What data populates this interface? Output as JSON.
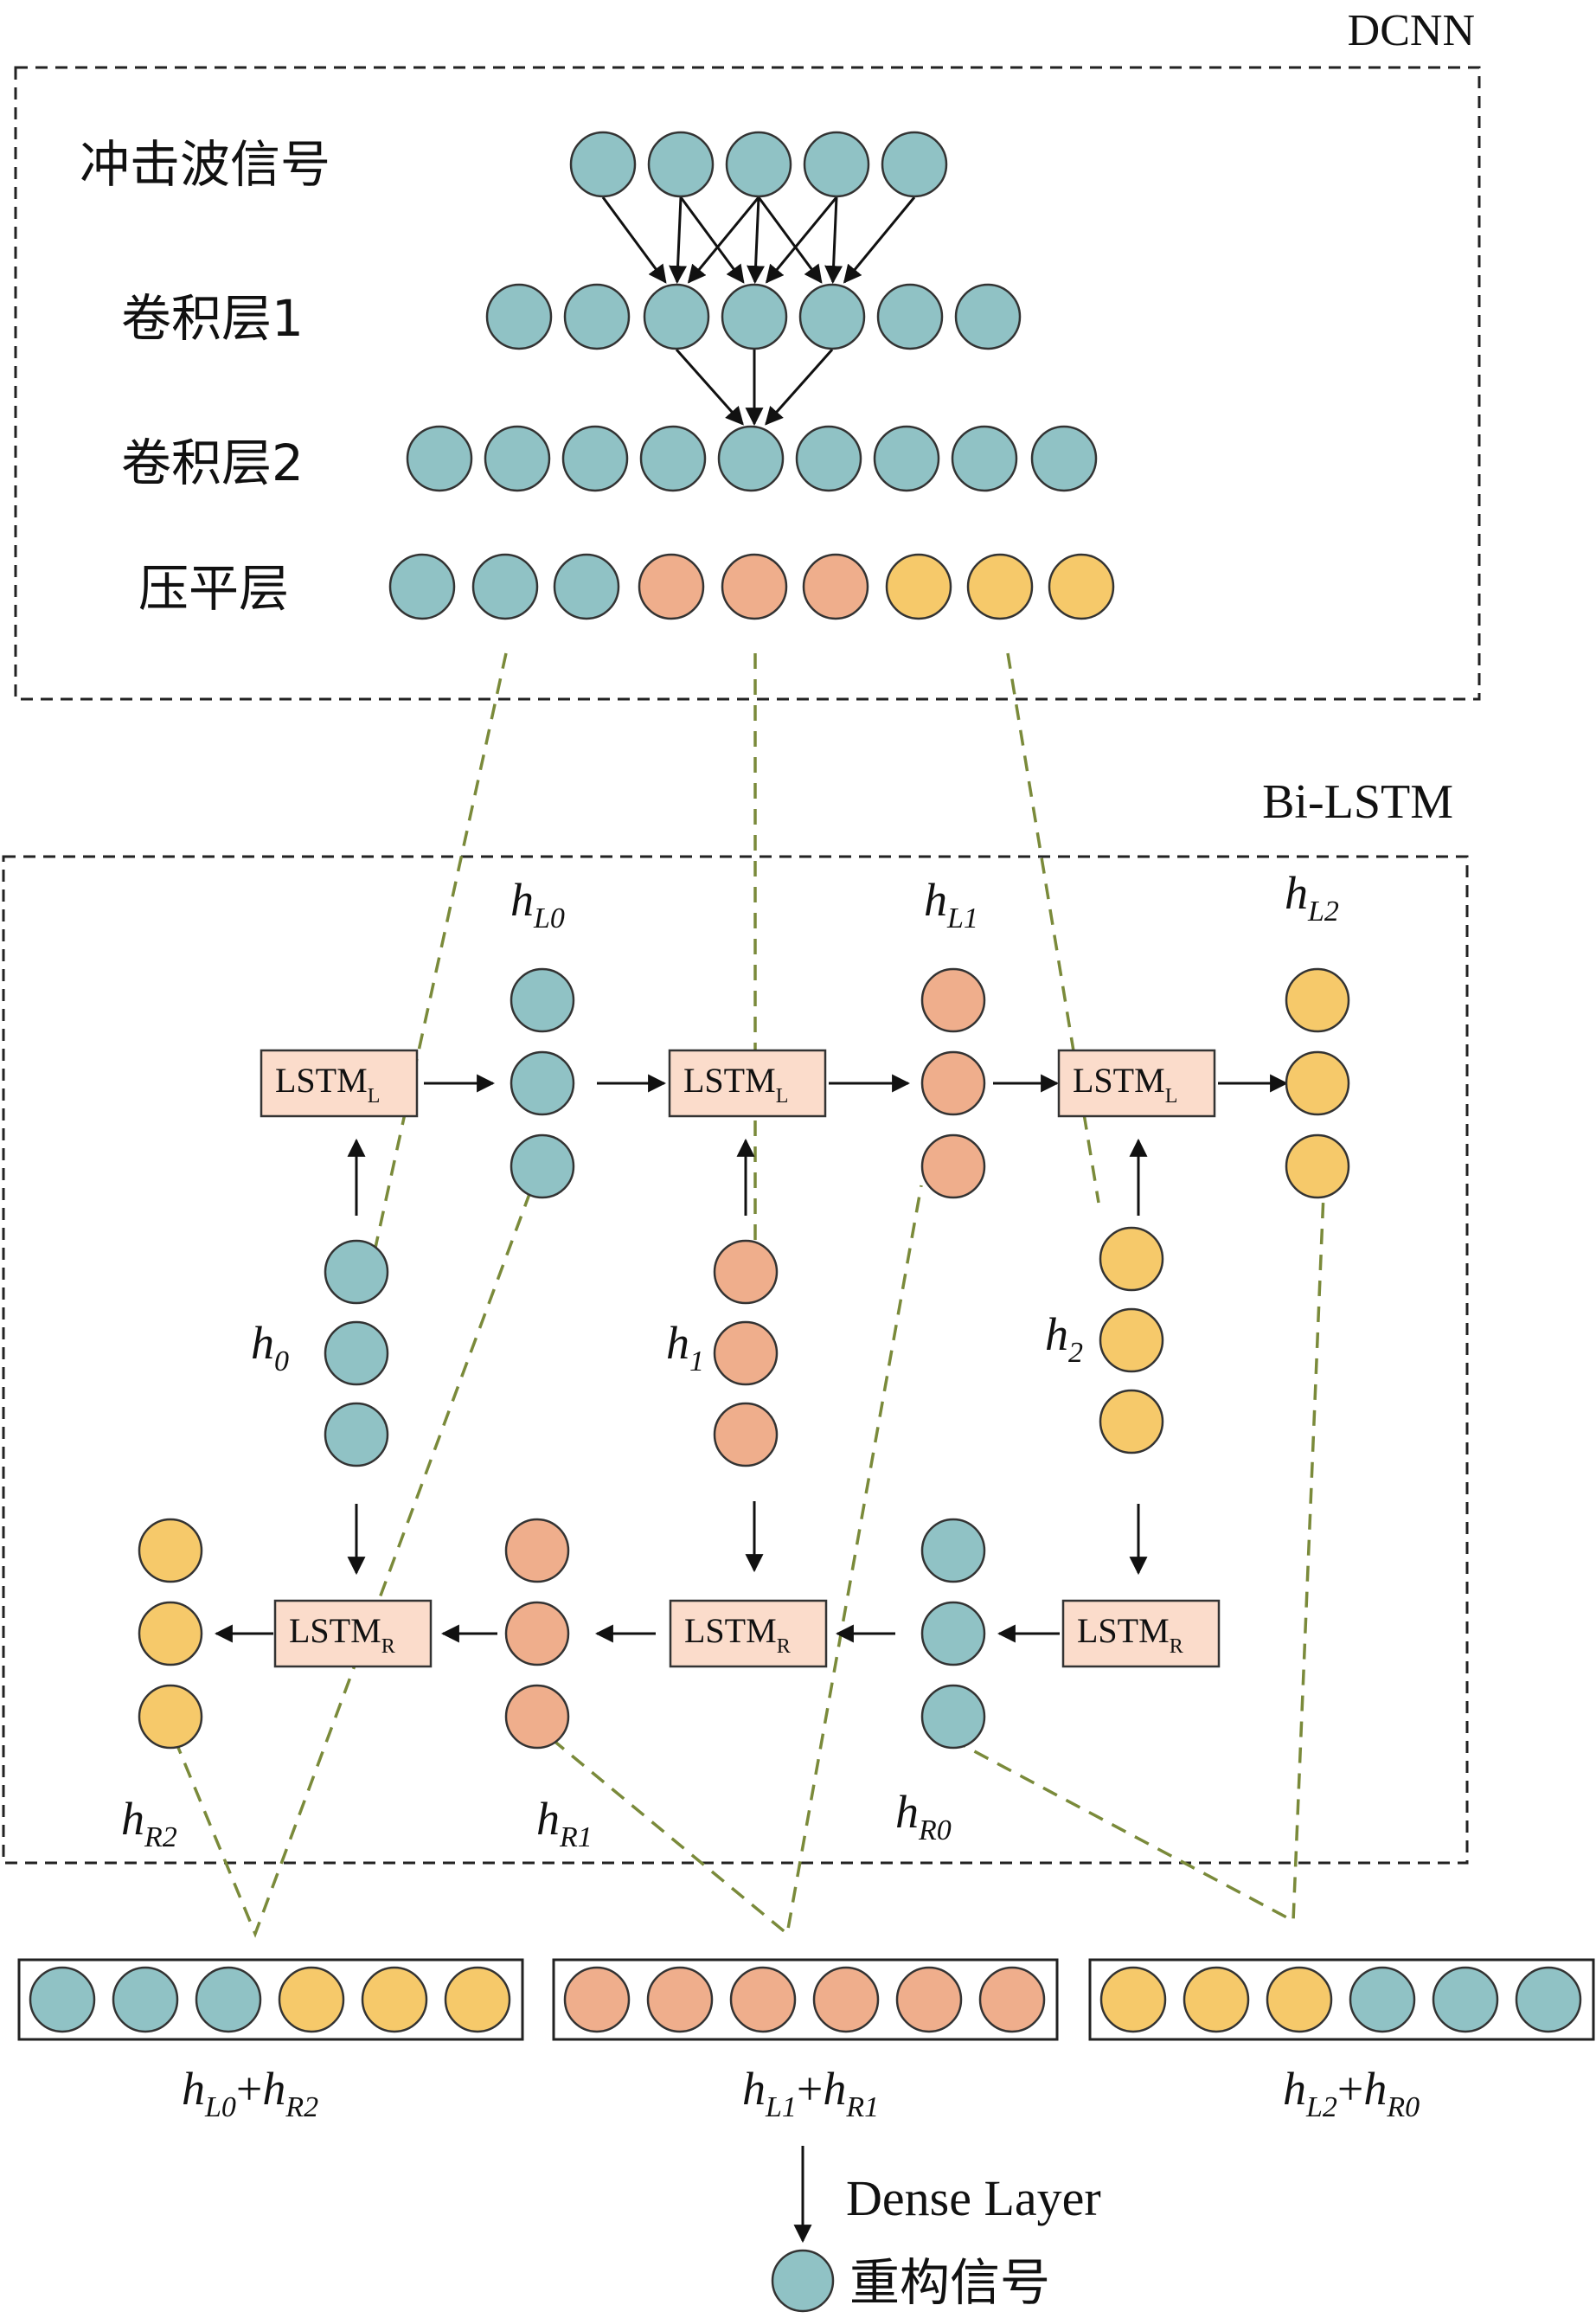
{
  "colors": {
    "teal": "#90c2c5",
    "orange": "#efae8c",
    "yellow": "#f6c96a",
    "lstm_box": "#fbdccb",
    "guide_line": "#7a8a3a"
  },
  "dcnn": {
    "title": "DCNN",
    "row_labels": [
      "冲击波信号",
      "卷积层1",
      "卷积层2",
      "压平层"
    ],
    "flatten_colors": [
      "teal",
      "teal",
      "teal",
      "orange",
      "orange",
      "orange",
      "yellow",
      "yellow",
      "yellow"
    ]
  },
  "bilstm": {
    "title": "Bi-LSTM",
    "lstm_l": "LSTM",
    "lstm_l_sub": "L",
    "lstm_r": "LSTM",
    "lstm_r_sub": "R",
    "h": "h",
    "inputs": [
      {
        "sub": "0",
        "color": "teal"
      },
      {
        "sub": "1",
        "color": "orange"
      },
      {
        "sub": "2",
        "color": "yellow"
      }
    ],
    "forward_outputs": [
      {
        "sub": "L0",
        "color": "teal"
      },
      {
        "sub": "L1",
        "color": "orange"
      },
      {
        "sub": "L2",
        "color": "yellow"
      }
    ],
    "backward_outputs": [
      {
        "sub": "R2",
        "color": "yellow"
      },
      {
        "sub": "R1",
        "color": "orange"
      },
      {
        "sub": "R0",
        "color": "teal"
      }
    ]
  },
  "concat": [
    {
      "a": "L0",
      "b": "R2",
      "plus": "+",
      "colors": [
        "teal",
        "teal",
        "teal",
        "yellow",
        "yellow",
        "yellow"
      ]
    },
    {
      "a": "L1",
      "b": "R1",
      "plus": "+",
      "colors": [
        "orange",
        "orange",
        "orange",
        "orange",
        "orange",
        "orange"
      ]
    },
    {
      "a": "L2",
      "b": "R0",
      "plus": "+",
      "colors": [
        "yellow",
        "yellow",
        "yellow",
        "teal",
        "teal",
        "teal"
      ]
    }
  ],
  "dense": {
    "label": "Dense Layer",
    "output_label": "重构信号",
    "output_color": "teal"
  }
}
